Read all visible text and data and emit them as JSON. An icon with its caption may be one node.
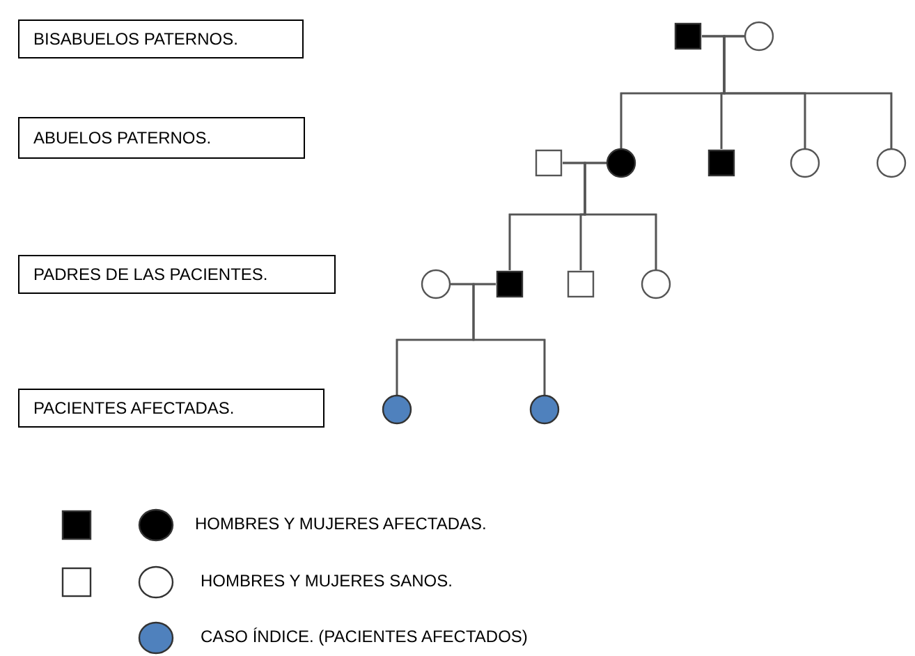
{
  "diagram": {
    "nodes": [
      {
        "text": [
          "BISABUELOS PATERNOS."
        ]
      },
      {
        "text": [
          "ABUELOS PATERNOS."
        ]
      },
      {
        "text": [
          "PADRES DE LAS PACIENTES."
        ]
      },
      {
        "text": [
          "PACIENTES AFECTADAS."
        ]
      },
      {
        "text": [],
        "shape": "box"
      },
      {
        "text": [],
        "shape": "circle"
      },
      {
        "text": [],
        "shape": "box"
      },
      {
        "text": [],
        "shape": "circle"
      },
      {
        "text": [],
        "shape": "box"
      },
      {
        "text": [],
        "shape": "circle"
      },
      {
        "text": [],
        "shape": "circle"
      },
      {
        "text": [],
        "shape": "circle"
      },
      {
        "text": [],
        "shape": "box"
      },
      {
        "text": [],
        "shape": "box"
      },
      {
        "text": [],
        "shape": "circle"
      },
      {
        "text": [],
        "shape": "circle"
      },
      {
        "text": [],
        "shape": "circle"
      }
    ],
    "edges": [
      {
        "from": 4,
        "to": 5,
        "arrow": "none"
      },
      {
        "from": 4,
        "to": 7,
        "arrow": "none"
      },
      {
        "from": 5,
        "to": 7,
        "arrow": "none"
      },
      {
        "from": 4,
        "to": 8,
        "arrow": "none"
      },
      {
        "from": 5,
        "to": 8,
        "arrow": "none"
      },
      {
        "from": 4,
        "to": 9,
        "arrow": "none"
      },
      {
        "from": 5,
        "to": 9,
        "arrow": "none"
      },
      {
        "from": 4,
        "to": 10,
        "arrow": "none"
      },
      {
        "from": 5,
        "to": 10,
        "arrow": "none"
      },
      {
        "from": 6,
        "to": 7,
        "arrow": "none"
      },
      {
        "from": 6,
        "to": 12,
        "arrow": "none"
      },
      {
        "from": 7,
        "to": 12,
        "arrow": "none"
      },
      {
        "from": 6,
        "to": 13,
        "arrow": "none"
      },
      {
        "from": 7,
        "to": 13,
        "arrow": "none"
      },
      {
        "from": 6,
        "to": 14,
        "arrow": "none"
      },
      {
        "from": 7,
        "to": 14,
        "arrow": "none"
      },
      {
        "from": 11,
        "to": 12,
        "arrow": "none"
      },
      {
        "from": 11,
        "to": 15,
        "arrow": "none"
      },
      {
        "from": 12,
        "to": 15,
        "arrow": "none"
      },
      {
        "from": 11,
        "to": 16,
        "arrow": "none"
      },
      {
        "from": 12,
        "to": 16,
        "arrow": "none"
      }
    ],
    "legend": [
      {
        "text": "HOMBRES Y MUJERES AFECTADAS."
      },
      {
        "text": "HOMBRES Y MUJERES SANOS."
      },
      {
        "text": "CASO ÍNDICE. (PACIENTES AFECTADOS)"
      }
    ]
  }
}
